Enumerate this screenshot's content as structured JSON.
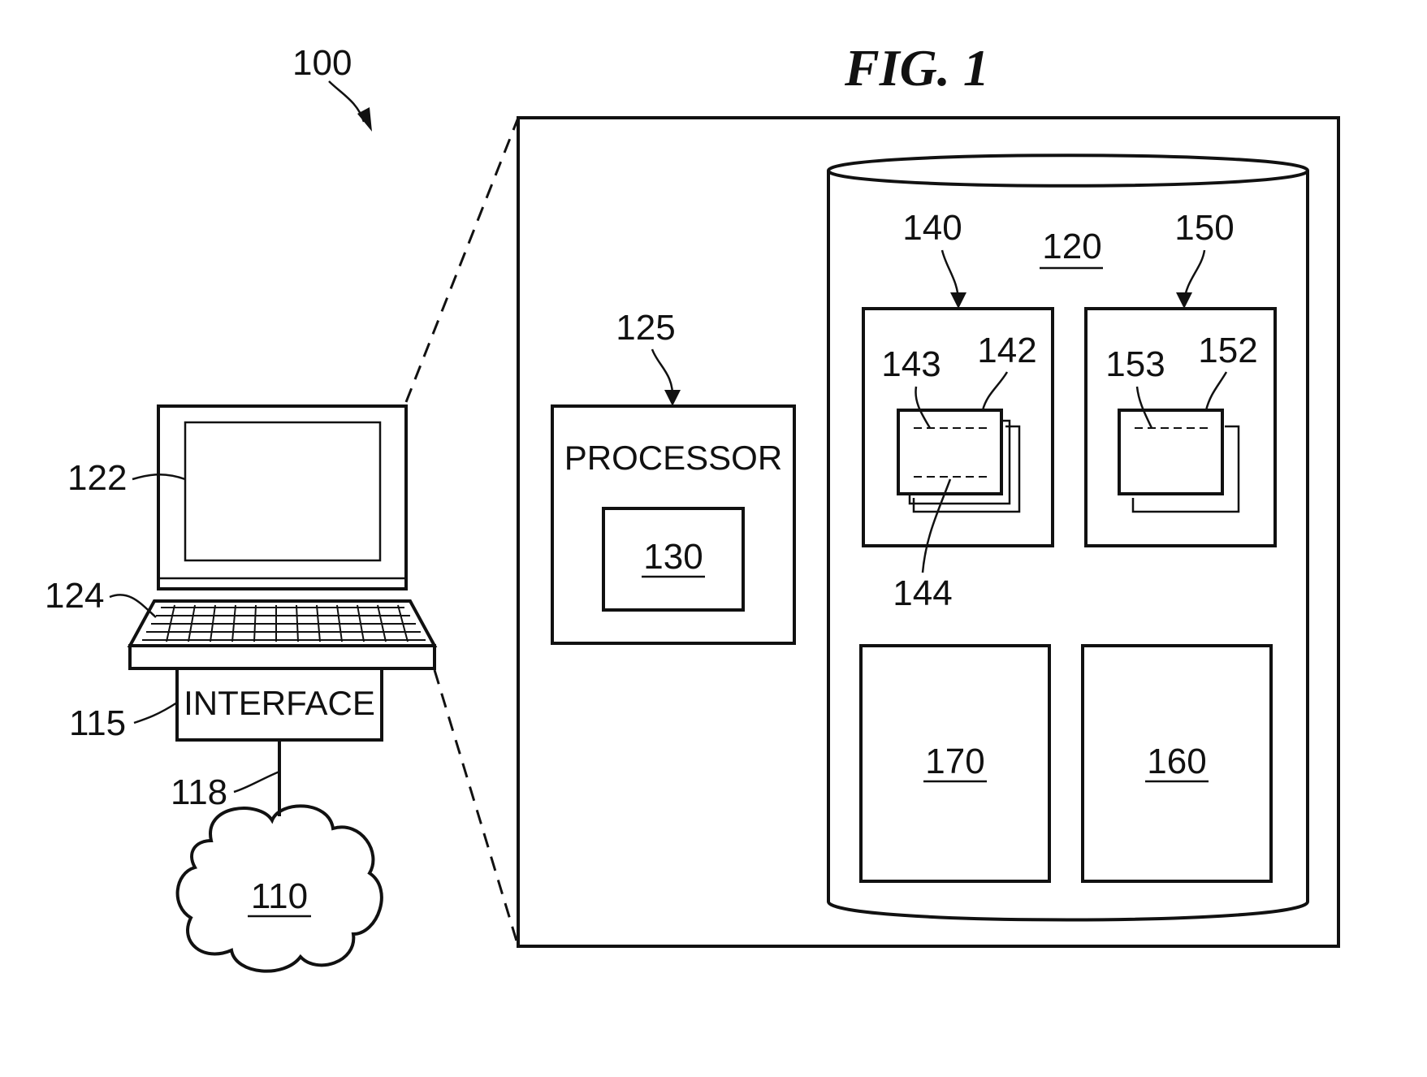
{
  "figure": {
    "title": "FIG. 1",
    "system_ref": "100",
    "laptop": {
      "screen_ref": "122",
      "keyboard_ref": "124"
    },
    "interface": {
      "ref": "115",
      "label": "INTERFACE"
    },
    "link_ref": "118",
    "network_ref": "110",
    "processor": {
      "ref": "125",
      "label": "PROCESSOR",
      "inner_ref": "130"
    },
    "storage": {
      "ref": "120",
      "module_a": {
        "ref": "140",
        "doc_ref_left": "143",
        "doc_ref_right": "142",
        "doc_ref_bottom": "144"
      },
      "module_b": {
        "ref": "150",
        "doc_ref_left": "153",
        "doc_ref_right": "152"
      },
      "box_left_ref": "170",
      "box_right_ref": "160"
    }
  }
}
